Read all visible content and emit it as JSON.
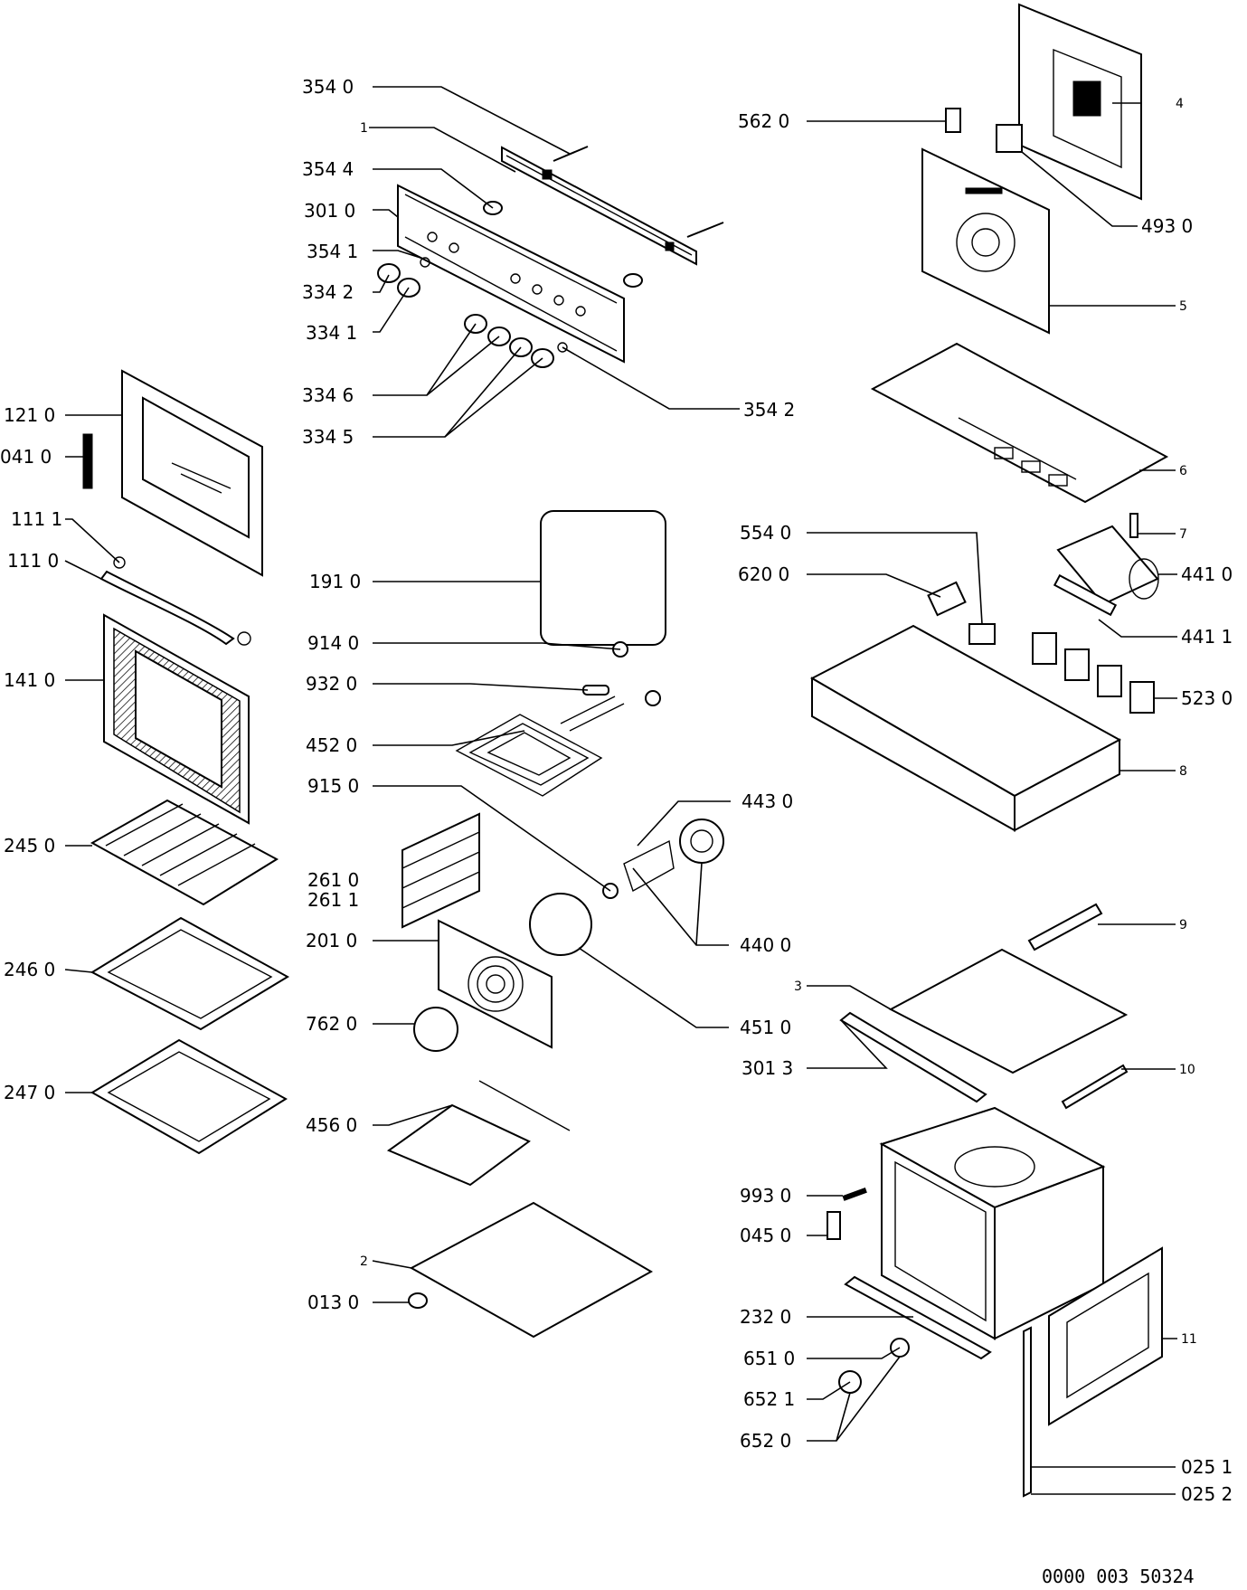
{
  "labels": {
    "l3540": "354  0",
    "l3544": "354  4",
    "l3010": "301  0",
    "l3541": "354  1",
    "l3342": "334  2",
    "l3341": "334  1",
    "l3346": "334  6",
    "l3345": "334  5",
    "l3542": "354  2",
    "l1210": "121  0",
    "l0410": "041  0",
    "l1111": "111  1",
    "l1110": "111  0",
    "l1410": "141  0",
    "l2450": "245  0",
    "l2460": "246  0",
    "l2470": "247  0",
    "l1910": "191  0",
    "l9140": "914  0",
    "l9320": "932  0",
    "l4520": "452  0",
    "l9150": "915  0",
    "l2610": "261  0",
    "l2611": "261  1",
    "l2010": "201  0",
    "l7620": "762  0",
    "l4560": "456  0",
    "l0130": "013  0",
    "l4430": "443  0",
    "l4400": "440  0",
    "l4510": "451  0",
    "l3013": "301  3",
    "l5620": "562  0",
    "l4930": "493  0",
    "l5540": "554  0",
    "l6200": "620  0",
    "l4410": "441  0",
    "l4411": "441  1",
    "l5230": "523  0",
    "l9930": "993  0",
    "l0450": "045  0",
    "l2320": "232  0",
    "l6510": "651  0",
    "l6521": "652  1",
    "l6520": "652  0",
    "l0251": "025  1",
    "l0252": "025  2"
  },
  "callouts": {
    "c1": "1",
    "c2": "2",
    "c3": "3",
    "c4": "4",
    "c5": "5",
    "c6": "6",
    "c7": "7",
    "c8": "8",
    "c9": "9",
    "c10": "10",
    "c11": "11"
  },
  "document_number": "0000 003 50324"
}
